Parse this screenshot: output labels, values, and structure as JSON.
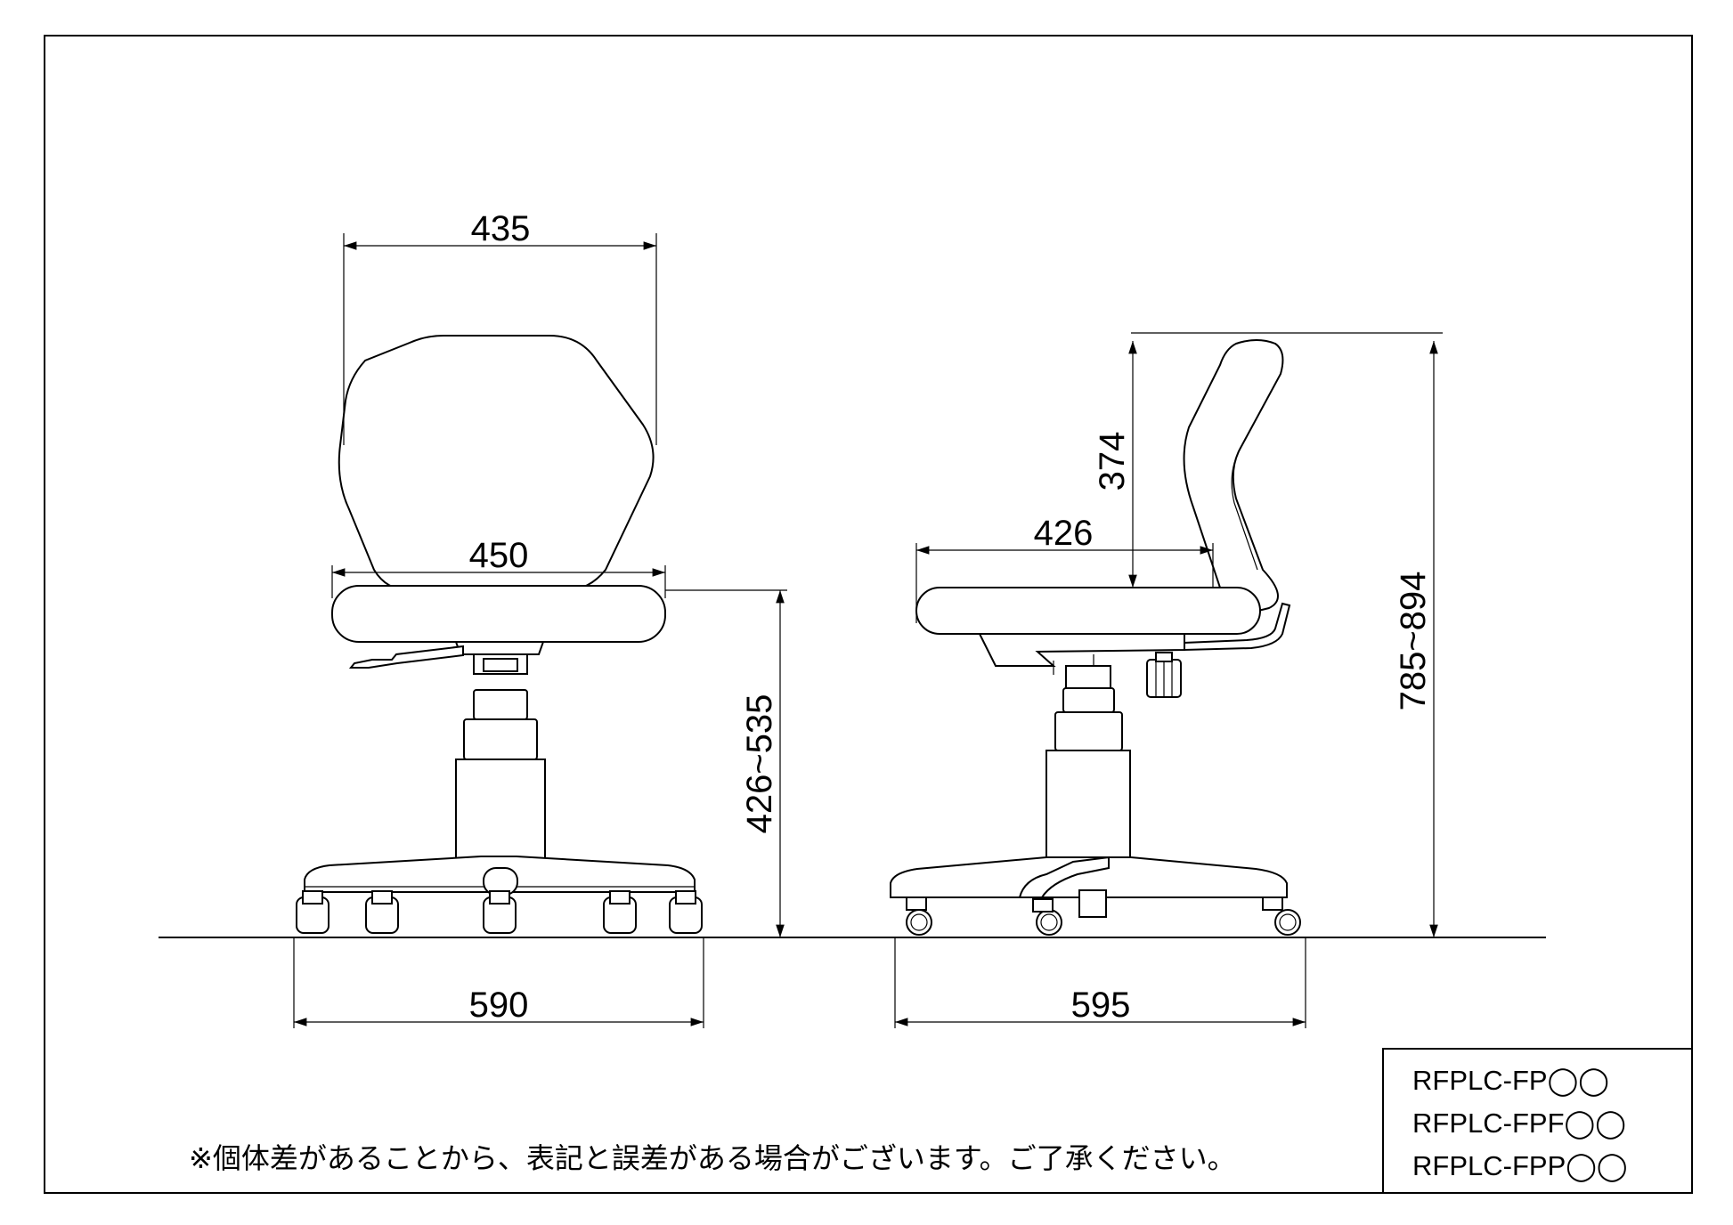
{
  "dimensions": {
    "front_back_width": "435",
    "front_seat_width": "450",
    "front_seat_height": "426~535",
    "front_base_width": "590",
    "side_back_height": "374",
    "side_seat_depth": "426",
    "side_total_height": "785~894",
    "side_base_depth": "595"
  },
  "note": "※個体差があることから、表記と誤差がある場合がございます。ご了承ください。",
  "models": [
    "RFPLC-FP◯◯",
    "RFPLC-FPF◯◯",
    "RFPLC-FPP◯◯"
  ]
}
